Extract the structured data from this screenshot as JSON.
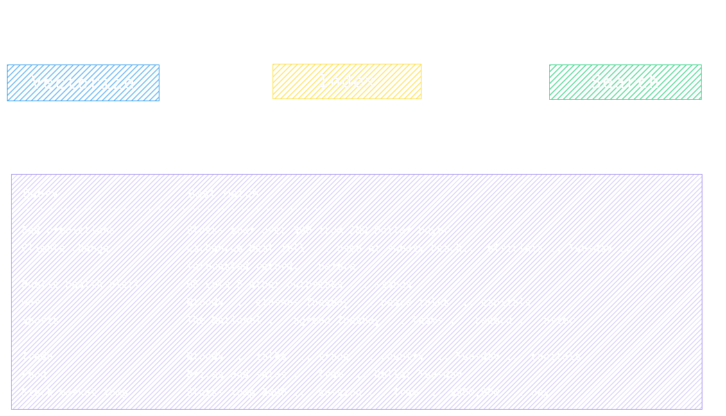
{
  "buttons": {
    "vectorize": "Vectorize",
    "index": "Index",
    "search": "Search"
  },
  "results": {
    "headers": {
      "query": "Query",
      "match": "Best Match"
    },
    "rows": [
      {
        "query": "Fed predictions",
        "match": "Stocks soar over 300 from 2ND Dollar buyer"
      },
      {
        "query": "Climate change",
        "match": "Carbon/Co Heat fell ... used at sweaty beach... officials... Tuesday... forecasted record... before"
      },
      {
        "query": "Public health alert",
        "match": "US Lets 5 other outbreaks ... stands"
      },
      {
        "query": "War",
        "match": "Bloody ... clashes Tuesday ... peace talks ... capitals"
      },
      {
        "query": "Sports",
        "match": "The National ... agreed Tuesday ... teams ... record ... after"
      },
      {
        "query": "Trade",
        "match": "Bloody ... talks ... trade ... country ... Tuesday ... capitals"
      },
      {
        "query": "Food",
        "match": "Prices and sales ... from ... Dollar Tuesday"
      },
      {
        "query": "Stock market jump",
        "match": "Stocks jump 2000 ... session ... from ... $500,000 ... day"
      }
    ]
  },
  "colors": {
    "vectorize": "#4aa8f0",
    "index": "#ffe25a",
    "search": "#3fd48a",
    "results": "#a996f0"
  }
}
